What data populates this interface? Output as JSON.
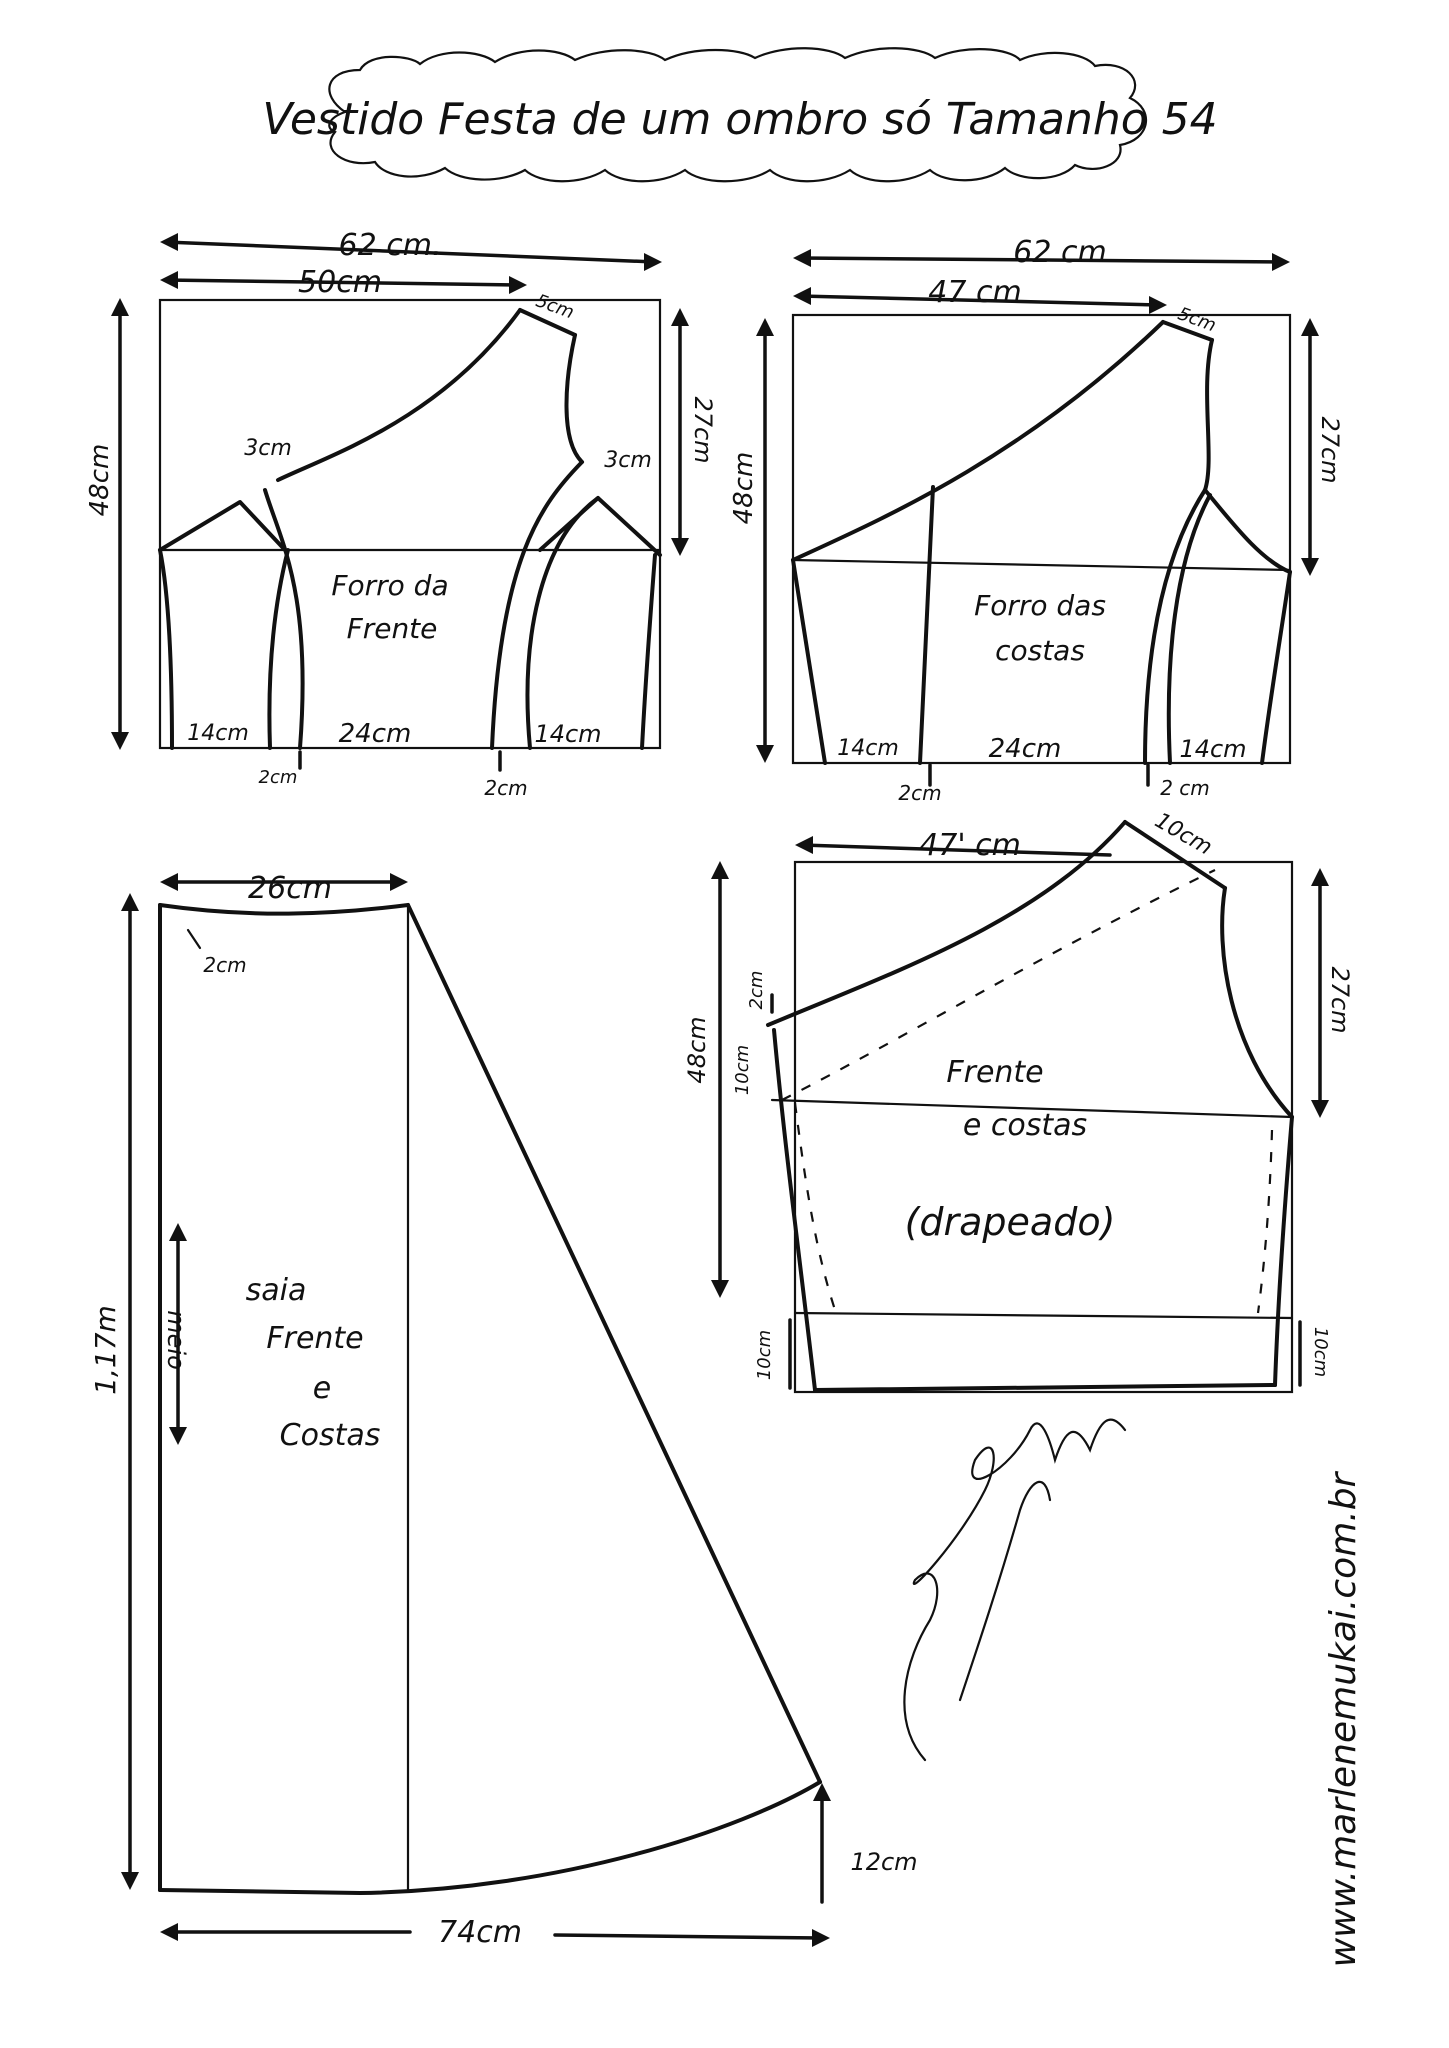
{
  "title": "Vestido Festa de um ombro só Tamanho 54",
  "website": "www.marlenemukai.com.br",
  "signature": "Marlene Mukai",
  "pieces": {
    "forro_frente": {
      "label_line1": "Forro da",
      "label_line2": "Frente",
      "width_total": "62 cm.",
      "width_top": "50cm",
      "shoulder": "5cm",
      "height": "48cm",
      "armhole_depth": "27cm",
      "dart_left": "3cm",
      "dart_right": "3cm",
      "bottom_left": "14cm",
      "bottom_mid": "24cm",
      "bottom_right": "14cm",
      "ease_left": "2cm",
      "ease_right": "2cm"
    },
    "forro_costas": {
      "label_line1": "Forro das",
      "label_line2": "costas",
      "width_total": "62 cm",
      "width_top": "47 cm",
      "shoulder": "5cm",
      "height": "48cm",
      "armhole_depth": "27cm",
      "bottom_left": "14cm",
      "bottom_mid": "24cm",
      "bottom_right": "14cm",
      "ease_left": "2cm",
      "ease_right": "2 cm"
    },
    "frente_costas": {
      "label_line1": "Frente",
      "label_line2": "e costas",
      "label_line3": "(drapeado)",
      "width_top": "47' cm",
      "shoulder": "10cm",
      "height": "48cm",
      "armhole_depth": "27cm",
      "side_top": "2cm",
      "side_drop": "10cm",
      "hem_left": "10cm",
      "hem_right": "10cm"
    },
    "saia": {
      "label_line1": "saia",
      "label_line2": "Frente",
      "label_line3": "e",
      "label_line4": "Costas",
      "fold": "meio",
      "waist_width": "26cm",
      "waist_curve": "2cm",
      "length": "1,17m",
      "hem_width": "74cm",
      "hem_rise": "12cm"
    }
  }
}
